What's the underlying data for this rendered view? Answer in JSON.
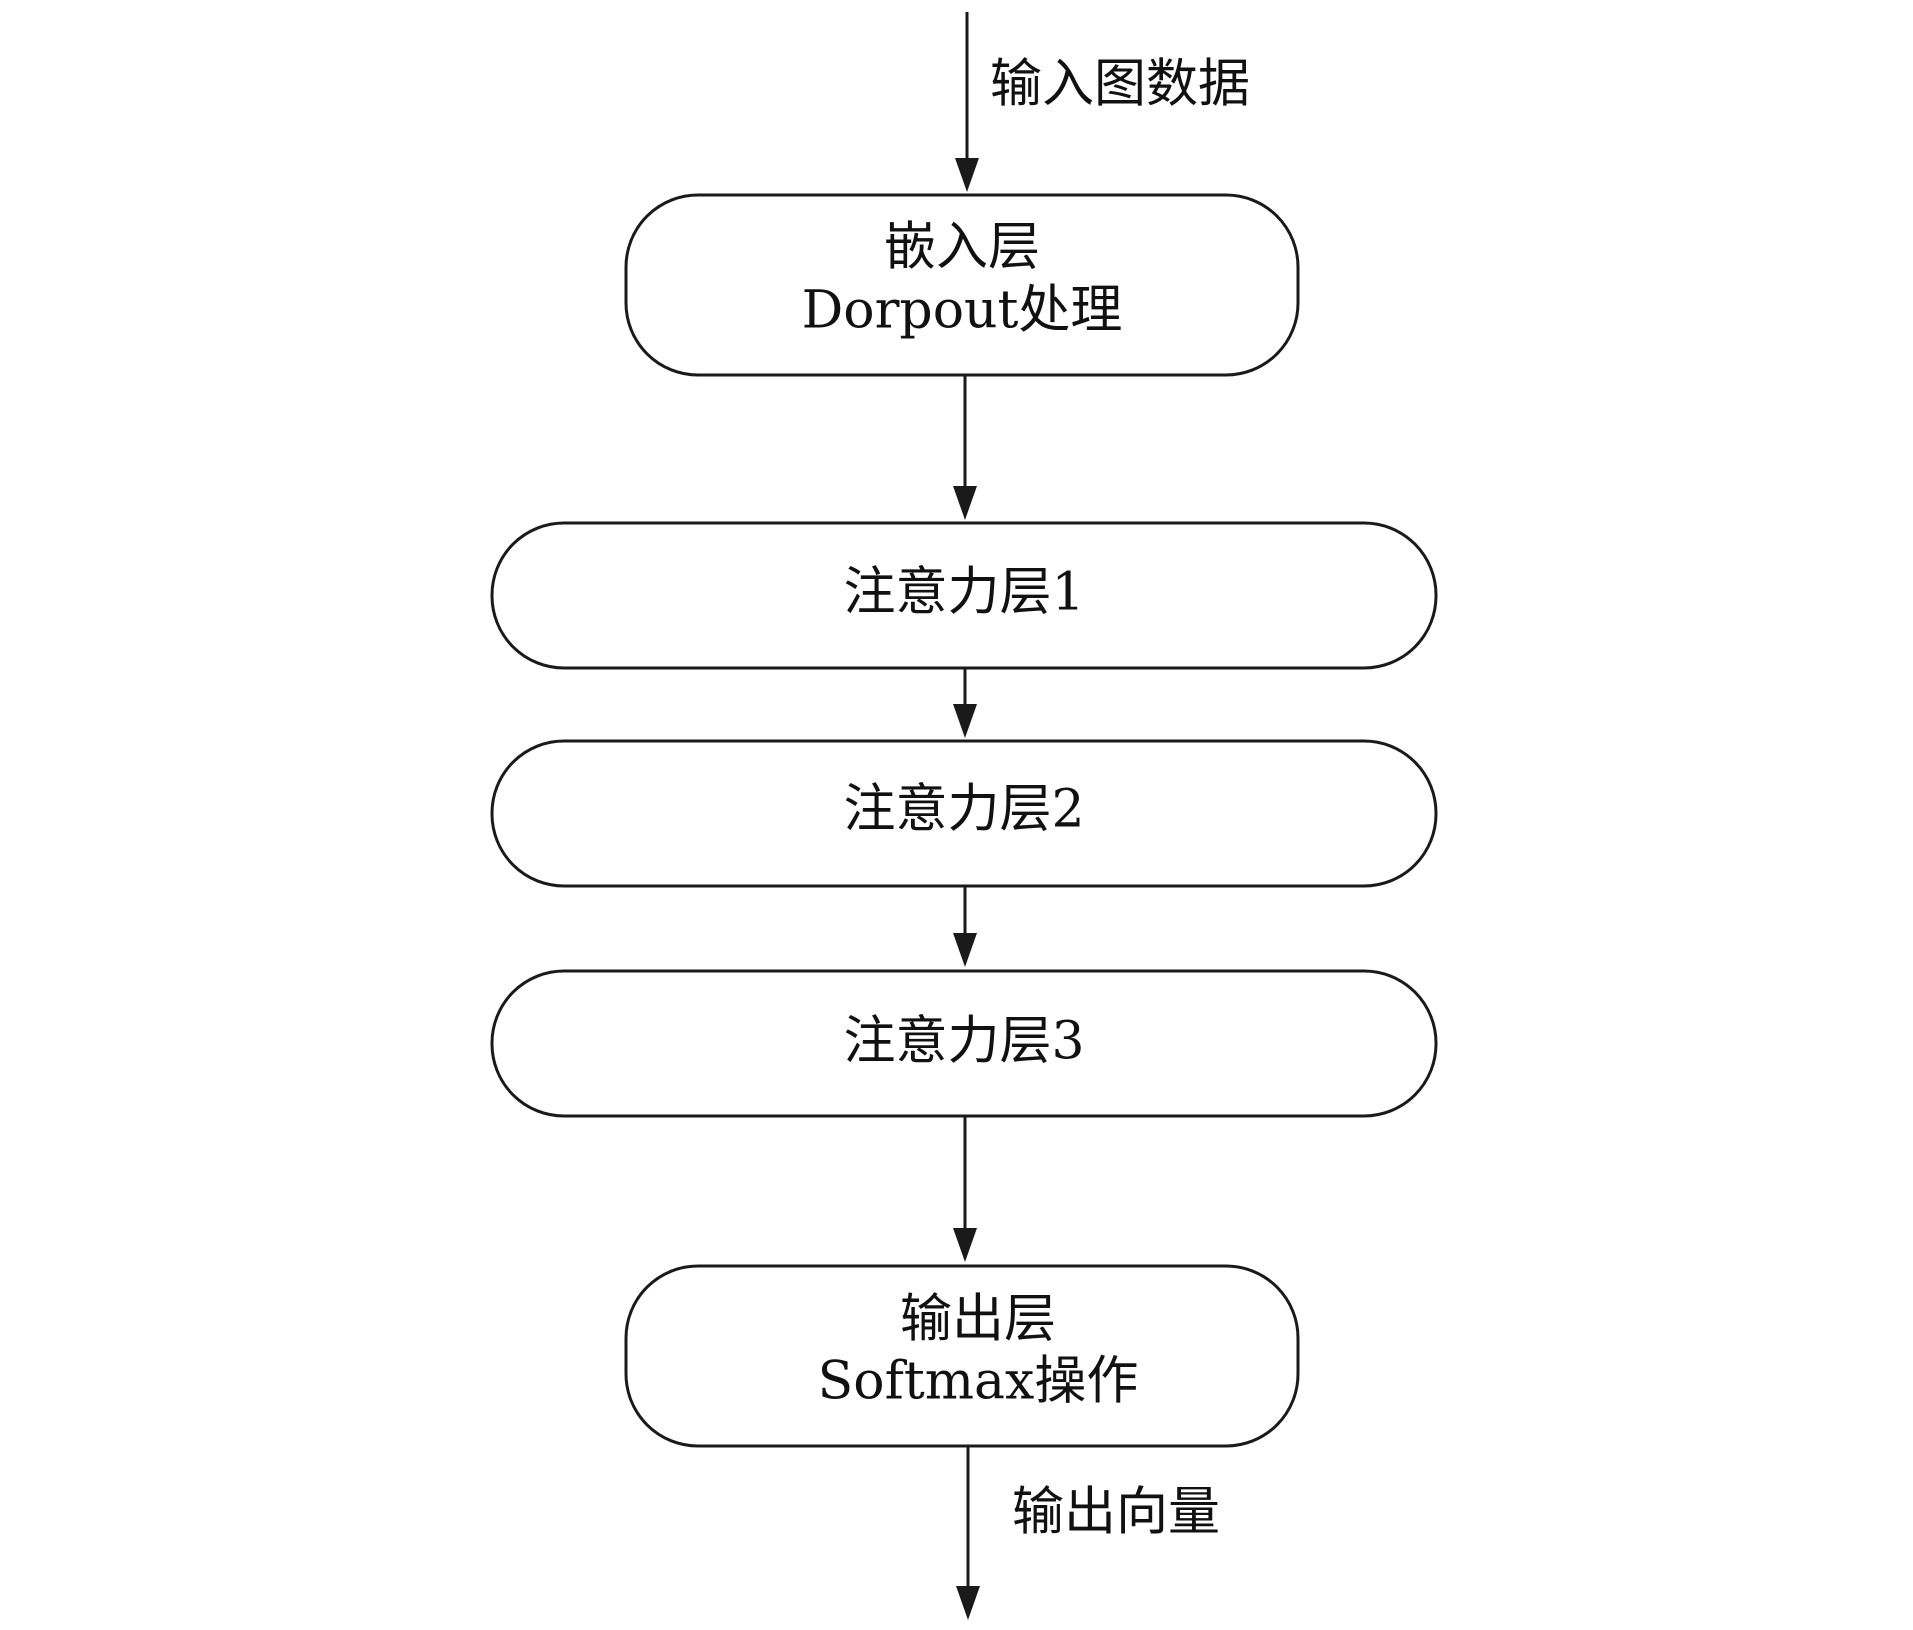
{
  "diagram": {
    "input_label": "输入图数据",
    "output_label": "输出向量",
    "nodes": [
      {
        "id": "embedding",
        "lines": [
          "嵌入层",
          "Dorpout处理"
        ]
      },
      {
        "id": "attention1",
        "lines": [
          "注意力层1"
        ]
      },
      {
        "id": "attention2",
        "lines": [
          "注意力层2"
        ]
      },
      {
        "id": "attention3",
        "lines": [
          "注意力层3"
        ]
      },
      {
        "id": "output",
        "lines": [
          "输出层",
          "Softmax操作"
        ]
      }
    ]
  }
}
